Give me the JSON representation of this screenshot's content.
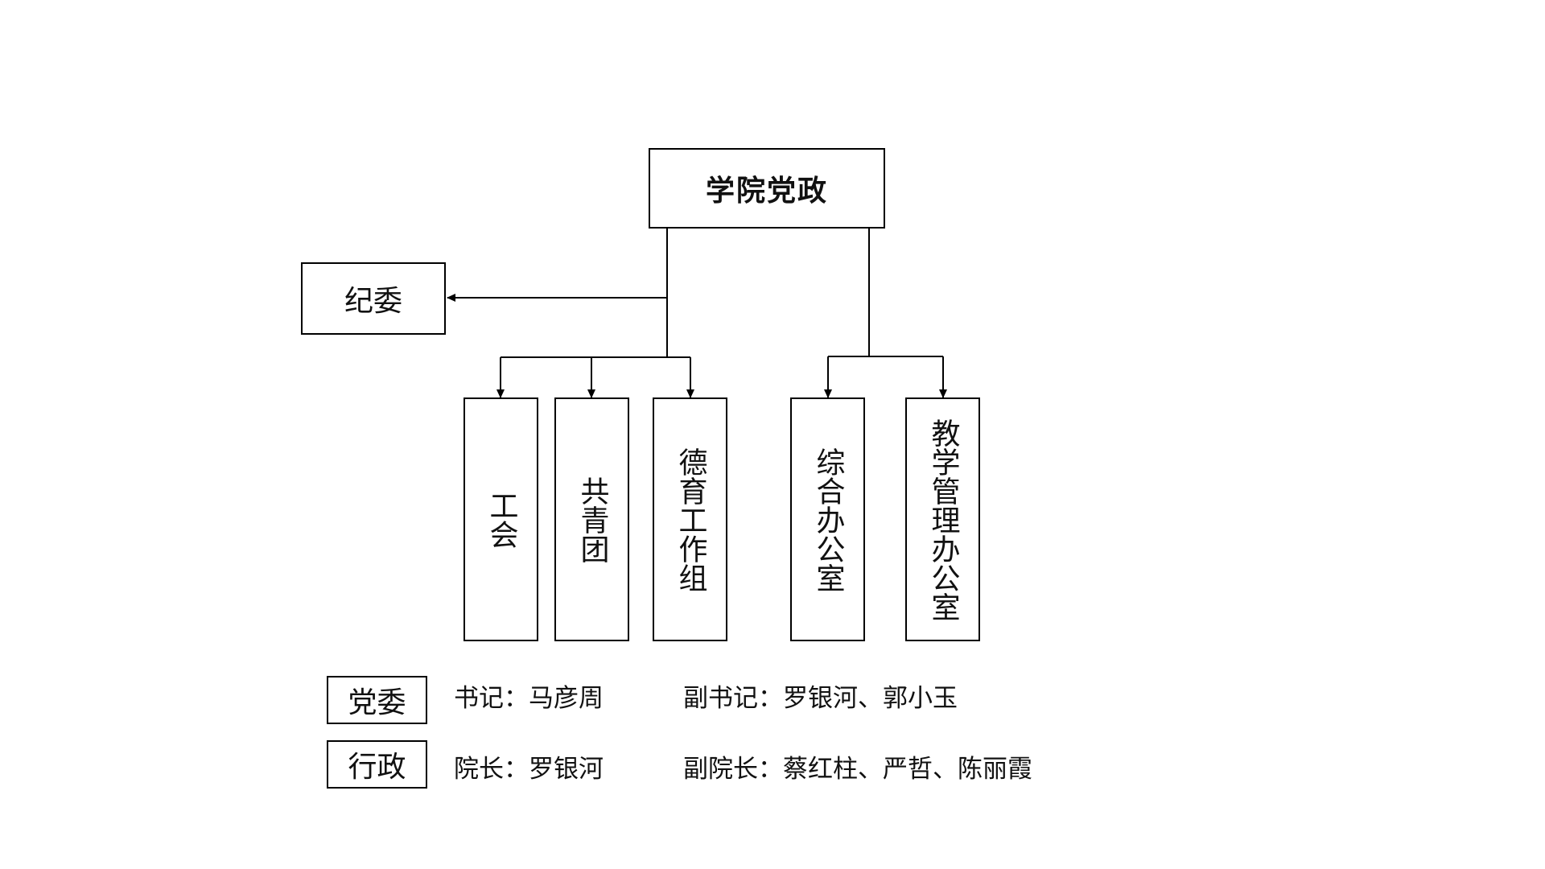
{
  "chart": {
    "root": "学院党政",
    "side": "纪委",
    "left_group": [
      "工会",
      "共青团",
      "德育工作组"
    ],
    "right_group": [
      "综合办公室",
      "教学管理办公室"
    ]
  },
  "legend": [
    {
      "label": "党委",
      "primary": "书记：马彦周",
      "secondary": "副书记：罗银河、郭小玉"
    },
    {
      "label": "行政",
      "primary": "院长：罗银河",
      "secondary": "副院长：蔡红柱、严哲、陈丽霞"
    }
  ],
  "colors": {
    "line": "#000000",
    "background": "#ffffff"
  }
}
